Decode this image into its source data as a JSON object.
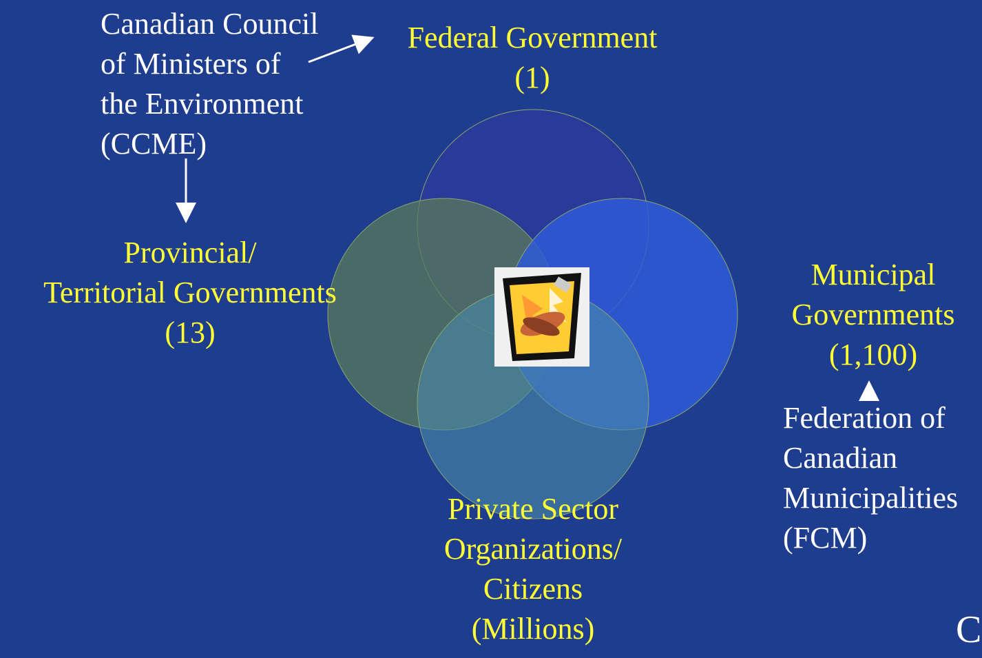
{
  "diagram": {
    "labels": {
      "ccme": "Canadian Council\nof Ministers of\nthe Environment\n(CCME)",
      "federal": "Federal Government\n(1)",
      "provincial": "Provincial/\nTerritorial Governments\n(13)",
      "municipal": "Municipal\nGovernments\n(1,100)",
      "fcm": "Federation of\nCanadian\nMunicipalities\n(FCM)",
      "private": "Private Sector\nOrganizations/\nCitizens\n(Millions)",
      "edge_char": "C"
    },
    "colors": {
      "background": "#1f3d8f",
      "label_yellow": "#ffff33",
      "label_white": "#ffffff",
      "circle_federal": "#2a3a9a",
      "circle_provincial": "#4a6a5a",
      "circle_municipal": "#2a52cc",
      "circle_private": "#3a78a8"
    },
    "clipart_icon": "handshake-clipart-icon"
  }
}
